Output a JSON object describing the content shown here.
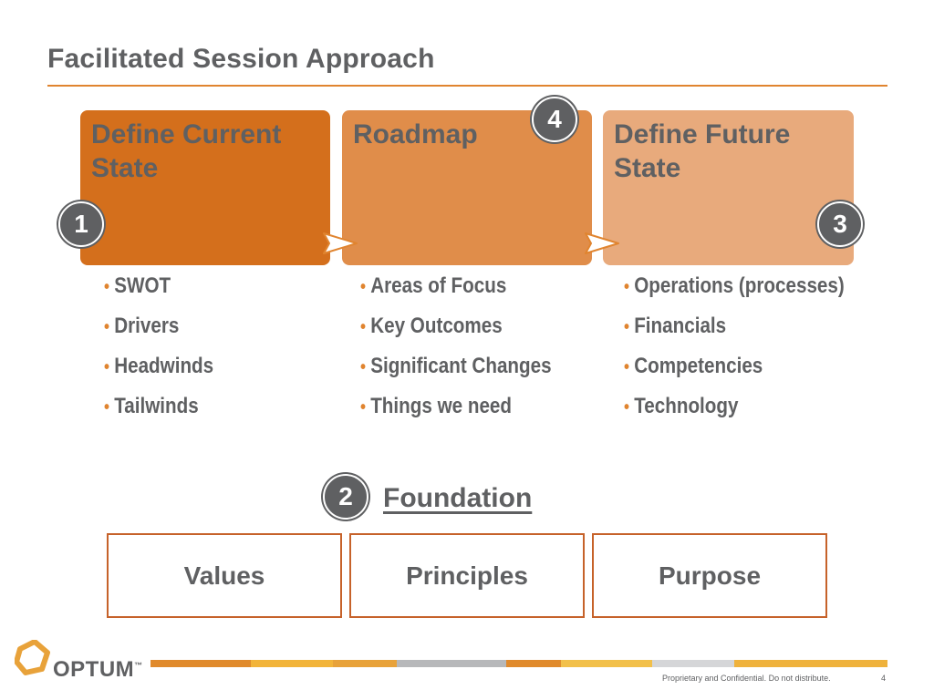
{
  "slide": {
    "title": "Facilitated Session Approach",
    "page_number": "4"
  },
  "phases": [
    {
      "title": "Define Current State",
      "badge": "1",
      "bullets": [
        "SWOT",
        "Drivers",
        "Headwinds",
        "Tailwinds"
      ]
    },
    {
      "title": "Roadmap",
      "badge": "4",
      "bullets": [
        "Areas of Focus",
        "Key Outcomes",
        "Significant Changes",
        "Things we need"
      ]
    },
    {
      "title": "Define Future State",
      "badge": "3",
      "bullets": [
        "Operations (processes)",
        "Financials",
        "Competencies",
        "Technology"
      ]
    }
  ],
  "foundation": {
    "badge": "2",
    "heading": "Foundation",
    "items": [
      "Values",
      "Principles",
      "Purpose"
    ]
  },
  "footer": {
    "logo_text": "OPTUM",
    "trademark": "™",
    "confidential": "Proprietary and Confidential. Do not distribute."
  },
  "colors": {
    "accent": "#e0842f",
    "phase_1": "#d46f1c",
    "phase_2": "#e08d4a",
    "phase_3": "#e8aa7c",
    "text": "#5f6062",
    "box_border": "#c6622a"
  },
  "icons": {
    "badge": "numbered-circle-badge",
    "flow_arrow": "right-arrow-icon",
    "logo": "optum-logo-icon"
  }
}
